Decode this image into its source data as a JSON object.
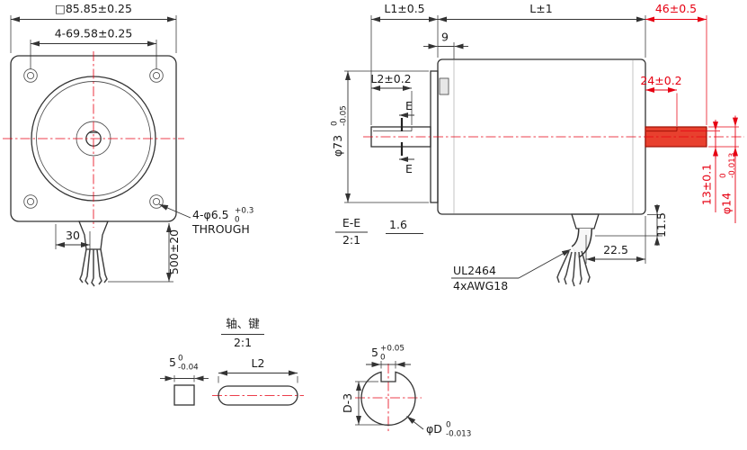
{
  "drawing": {
    "type": "stepper-motor-dimension-drawing",
    "colors": {
      "line": "#333333",
      "accent": "#e60012",
      "body_fill": "#efefef",
      "shaft_highlight": "#e8402e"
    }
  },
  "front_view": {
    "outer_dim": "□85.85±0.25",
    "hole_pitch_dim": "4-69.58±0.25",
    "cable_offset_dim": "30",
    "lead_length_dim": "500±20",
    "hole_note": {
      "main": "4-φ6.5",
      "tol_upper": "+0.3",
      "tol_lower": "0",
      "through": "THROUGH"
    }
  },
  "side_view": {
    "l1_dim": "L1±0.5",
    "l_dim": "L±1",
    "rear_shaft_dim": "46±0.5",
    "pilot_dim": "9",
    "l2_dim": "L2±0.2",
    "section_mark": "E",
    "body_dia": {
      "main": "φ73",
      "tol_upper": "0",
      "tol_lower": "-0.05"
    },
    "rear_flat_dim": "24±0.2",
    "flat_height_dim": "13±0.1",
    "shaft_dia": {
      "main": "φ14",
      "tol_upper": "0",
      "tol_lower": "-0.013"
    },
    "roughness": "1.6",
    "section_label": "E-E",
    "section_scale": "2:1",
    "cable_note_line1": "UL2464",
    "cable_note_line2": "4xAWG18",
    "cable_x_dim": "22.5",
    "cable_y_dim": "11.5"
  },
  "detail_view": {
    "title": "轴、键",
    "scale": "2:1",
    "key_width": {
      "main": "5",
      "tol_upper": "0",
      "tol_lower": "-0.04"
    },
    "key_length_dim": "L2",
    "flat_width": {
      "main": "5",
      "tol_upper": "+0.05",
      "tol_lower": "0"
    },
    "depth_dim": "D-3",
    "shaft_dia": {
      "main": "φD",
      "tol_upper": "0",
      "tol_lower": "-0.013"
    }
  }
}
